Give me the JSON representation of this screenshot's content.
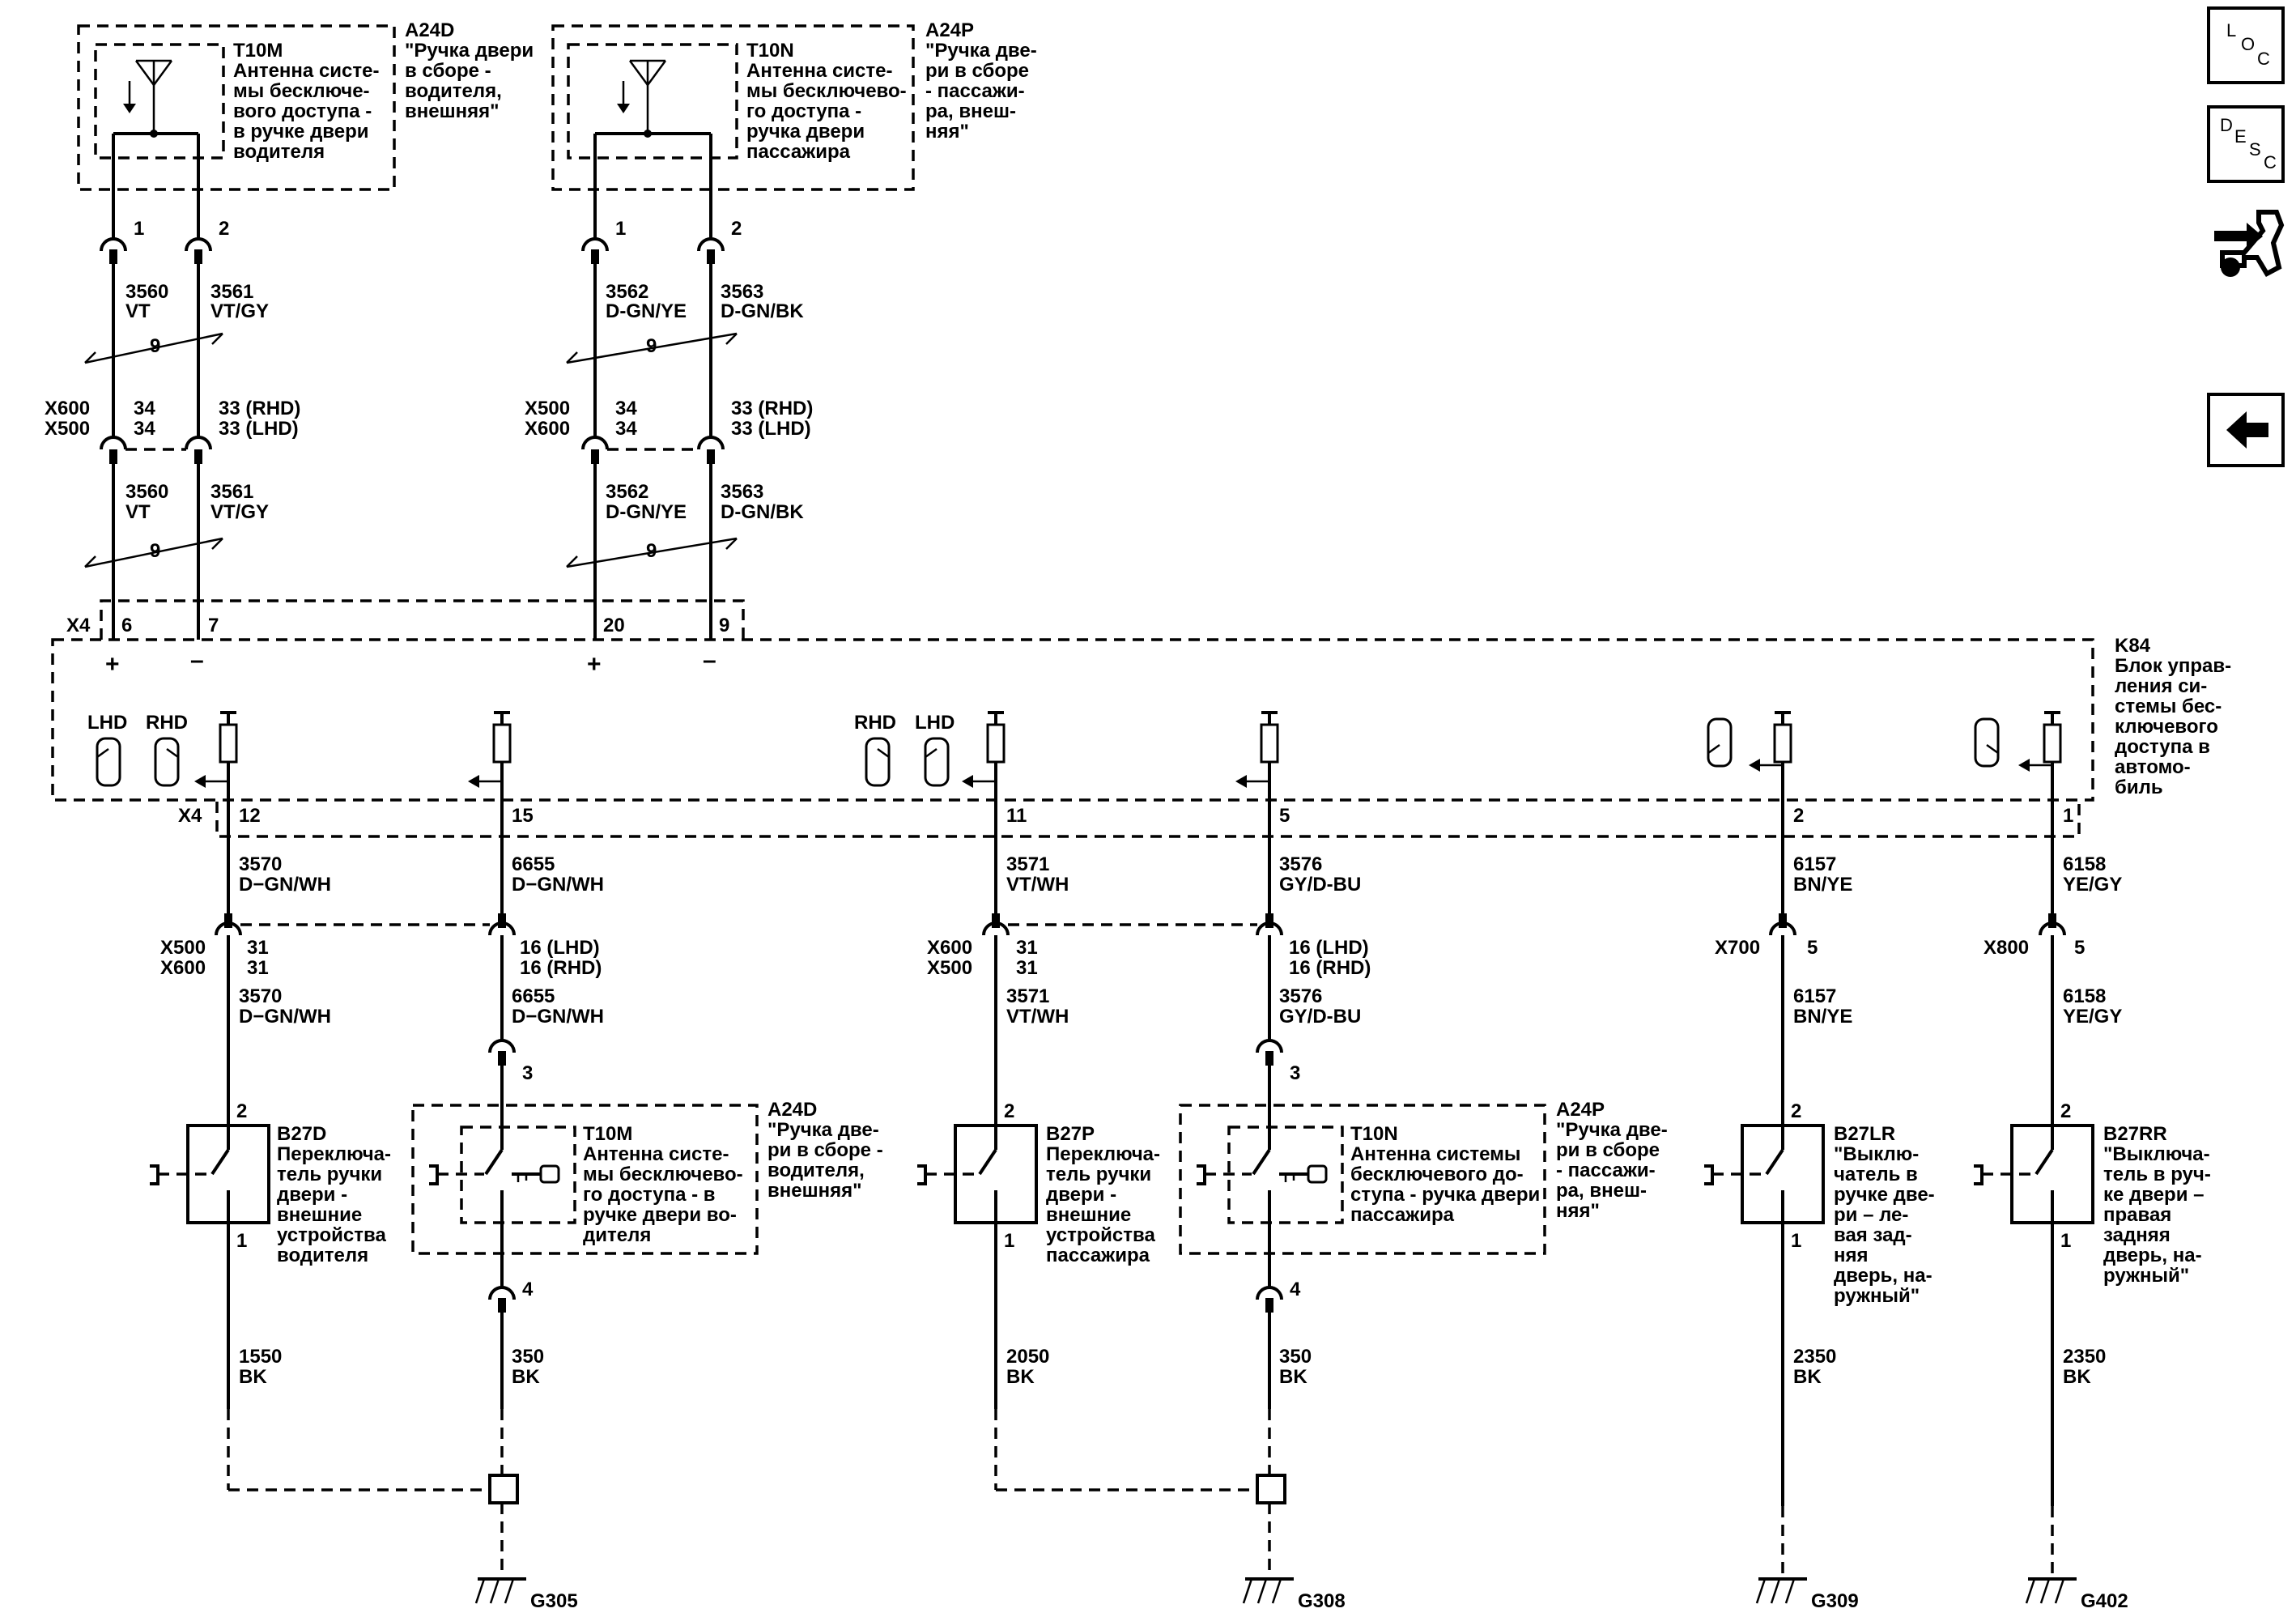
{
  "antenna_driver": {
    "ref": "T10M",
    "desc": [
      "Антенна систе-",
      "мы бесключе-",
      "вого доступа -",
      "в ручке двери",
      "водителя"
    ],
    "assy": "A24D",
    "assy_desc": [
      "\"Ручка двери",
      "в сборе -",
      "водителя,",
      "внешняя\""
    ],
    "pin1": "1",
    "pin2": "2"
  },
  "antenna_pass": {
    "ref": "T10N",
    "desc": [
      "Антенна систе-",
      "мы бесключево-",
      "го доступа -",
      "ручка двери",
      "пассажира"
    ],
    "assy": "A24P",
    "assy_desc": [
      "\"Ручка две-",
      "ри в сборе",
      "- пассажи-",
      "ра, внеш-",
      "няя\""
    ],
    "pin1": "1",
    "pin2": "2"
  },
  "wires_top": {
    "w3560": [
      "3560",
      "VT"
    ],
    "w3561": [
      "3561",
      "VT/GY"
    ],
    "w3562": [
      "3562",
      "D-GN/YE"
    ],
    "w3563": [
      "3563",
      "D-GN/BK"
    ],
    "twist": "9"
  },
  "conn_left": {
    "a": "X600",
    "b": "X500",
    "p1": "34",
    "p1b": "34",
    "p2": "33 (RHD)",
    "p2b": "33 (LHD)"
  },
  "conn_right": {
    "a": "X500",
    "b": "X600",
    "p1": "34",
    "p1b": "34",
    "p2": "33 (RHD)",
    "p2b": "33 (LHD)"
  },
  "x4_top": {
    "name": "X4",
    "pins": [
      "6",
      "7",
      "20",
      "9"
    ],
    "plus": "+",
    "minus": "–"
  },
  "module": {
    "ref": "K84",
    "desc": [
      "Блок управ-",
      "ления си-",
      "стемы бес-",
      "ключевого",
      "доступа в",
      "автомо-",
      "биль"
    ],
    "lhd": "LHD",
    "rhd": "RHD"
  },
  "x4_bottom": {
    "name": "X4",
    "pins": [
      "12",
      "15",
      "11",
      "5",
      "2",
      "1"
    ]
  },
  "wires_mid": {
    "a": [
      "3570",
      "D−GN/WH"
    ],
    "b": [
      "6655",
      "D−GN/WH"
    ],
    "c": [
      "3571",
      "VT/WH"
    ],
    "d": [
      "3576",
      "GY/D-BU"
    ],
    "e": [
      "6157",
      "BN/YE"
    ],
    "f": [
      "6158",
      "YE/GY"
    ]
  },
  "conn_mid": {
    "l1": "X500",
    "l2": "X600",
    "lp1": "31",
    "lp2": "31",
    "b1": "16 (LHD)",
    "b2": "16 (RHD)",
    "r1": "X600",
    "r2": "X500",
    "rp1": "31",
    "rp2": "31",
    "d1": "16 (LHD)",
    "d2": "16 (RHD)",
    "x700": "X700",
    "x700p": "5",
    "x800": "X800",
    "x800p": "5"
  },
  "switches": {
    "b27d": {
      "ref": "B27D",
      "desc": [
        "Переключа-",
        "тель ручки",
        "двери -",
        "внешние",
        "устройства",
        "водителя"
      ],
      "p2": "2",
      "p1": "1"
    },
    "b27p": {
      "ref": "B27P",
      "desc": [
        "Переключа-",
        "тель ручки",
        "двери -",
        "внешние",
        "устройства",
        "пассажира"
      ],
      "p2": "2",
      "p1": "1"
    },
    "b27lr": {
      "ref": "B27LR",
      "desc": [
        "\"Выклю-",
        "чатель в",
        "ручке две-",
        "ри – ле-",
        "вая зад-",
        "няя",
        "дверь, на-",
        "ружный\""
      ],
      "p2": "2",
      "p1": "1"
    },
    "b27rr": {
      "ref": "B27RR",
      "desc": [
        "\"Выключа-",
        "тель в руч-",
        "ке двери –",
        "правая",
        "задняя",
        "дверь, на-",
        "ружный\""
      ],
      "p2": "2",
      "p1": "1"
    }
  },
  "antenna_driver_low": {
    "ref": "T10M",
    "desc": [
      "Антенна систе-",
      "мы бесключево-",
      "го доступа - в",
      "ручке двери во-",
      "дителя"
    ],
    "assy": "A24D",
    "assy_desc": [
      "\"Ручка две-",
      "ри в сборе -",
      "водителя,",
      "внешняя\""
    ],
    "p3": "3",
    "p4": "4"
  },
  "antenna_pass_low": {
    "ref": "T10N",
    "desc": [
      "Антенна системы",
      "бесключевого до-",
      "ступа - ручка двери",
      "пассажира"
    ],
    "assy": "A24P",
    "assy_desc": [
      "\"Ручка две-",
      "ри в сборе",
      "- пассажи-",
      "ра, внеш-",
      "няя\""
    ],
    "p3": "3",
    "p4": "4"
  },
  "wires_bottom": {
    "a": [
      "1550",
      "BK"
    ],
    "b": [
      "350",
      "BK"
    ],
    "c": [
      "2050",
      "BK"
    ],
    "d": [
      "350",
      "BK"
    ],
    "e": [
      "2350",
      "BK"
    ],
    "f": [
      "2350",
      "BK"
    ]
  },
  "grounds": [
    "G305",
    "G308",
    "G309",
    "G402"
  ],
  "side_buttons": {
    "loc": [
      "L",
      "O",
      "C"
    ],
    "desc": [
      "D",
      "E",
      "S",
      "C"
    ]
  }
}
